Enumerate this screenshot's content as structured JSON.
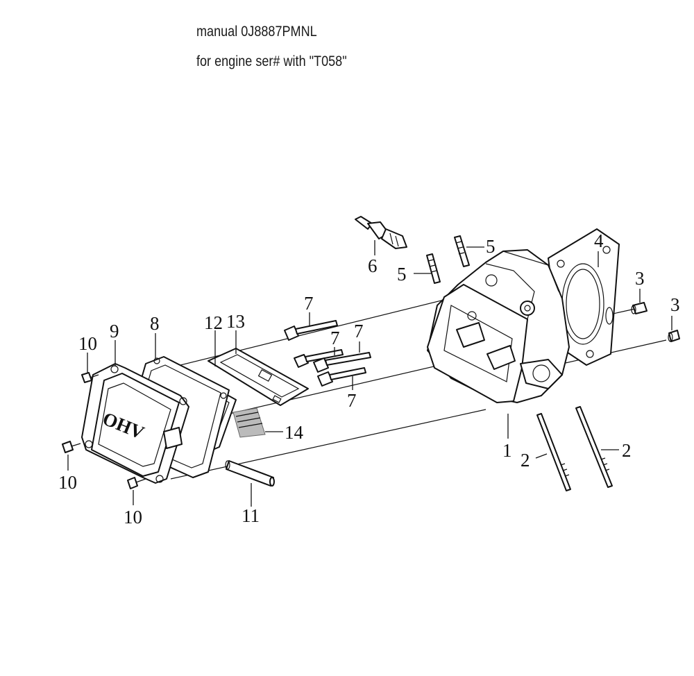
{
  "header": {
    "line1": "manual 0J8887PMNL",
    "line2": "for engine ser# with \"T058\""
  },
  "callouts": [
    {
      "id": "c1",
      "text": "1"
    },
    {
      "id": "c2a",
      "text": "2"
    },
    {
      "id": "c2b",
      "text": "2"
    },
    {
      "id": "c3a",
      "text": "3"
    },
    {
      "id": "c3b",
      "text": "3"
    },
    {
      "id": "c4",
      "text": "4"
    },
    {
      "id": "c5a",
      "text": "5"
    },
    {
      "id": "c5b",
      "text": "5"
    },
    {
      "id": "c6",
      "text": "6"
    },
    {
      "id": "c7a",
      "text": "7"
    },
    {
      "id": "c7b",
      "text": "7"
    },
    {
      "id": "c7c",
      "text": "7"
    },
    {
      "id": "c7d",
      "text": "7"
    },
    {
      "id": "c8",
      "text": "8"
    },
    {
      "id": "c9",
      "text": "9"
    },
    {
      "id": "c10a",
      "text": "10"
    },
    {
      "id": "c10b",
      "text": "10"
    },
    {
      "id": "c10c",
      "text": "10"
    },
    {
      "id": "c11",
      "text": "11"
    },
    {
      "id": "c12",
      "text": "12"
    },
    {
      "id": "c13",
      "text": "13"
    },
    {
      "id": "c14",
      "text": "14"
    }
  ],
  "cover_emboss": "OHV"
}
